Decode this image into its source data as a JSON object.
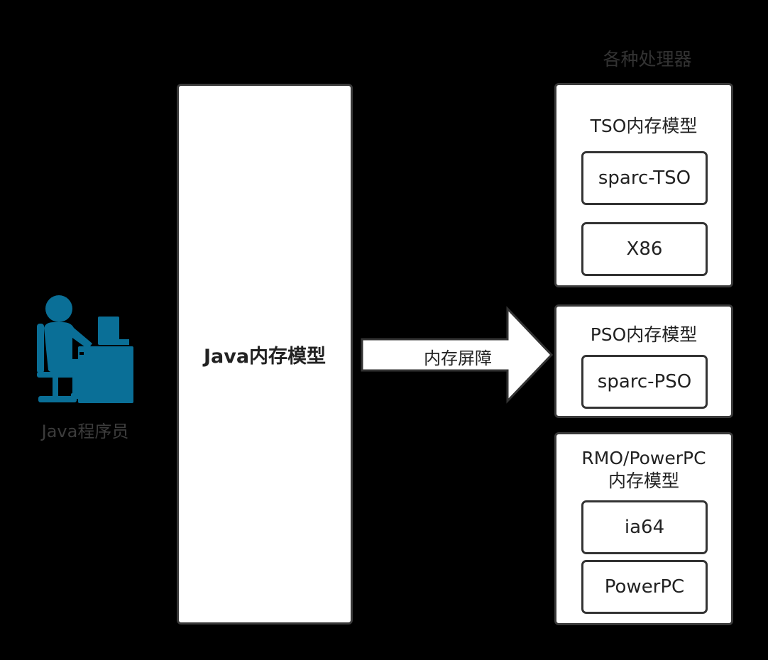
{
  "processors_title": "各种处理器",
  "programmer": {
    "label": "Java程序员",
    "icon": "programmer-at-computer-icon",
    "icon_color": "#0a6f97"
  },
  "java_model": {
    "label": "Java内存模型"
  },
  "barrier": {
    "label": "内存屏障"
  },
  "groups": [
    {
      "title": "TSO内存模型",
      "items": [
        "sparc-TSO",
        "X86"
      ]
    },
    {
      "title": "PSO内存模型",
      "items": [
        "sparc-PSO"
      ]
    },
    {
      "title_line1": "RMO/PowerPC",
      "title_line2": "内存模型",
      "items": [
        "ia64",
        "PowerPC"
      ]
    }
  ]
}
